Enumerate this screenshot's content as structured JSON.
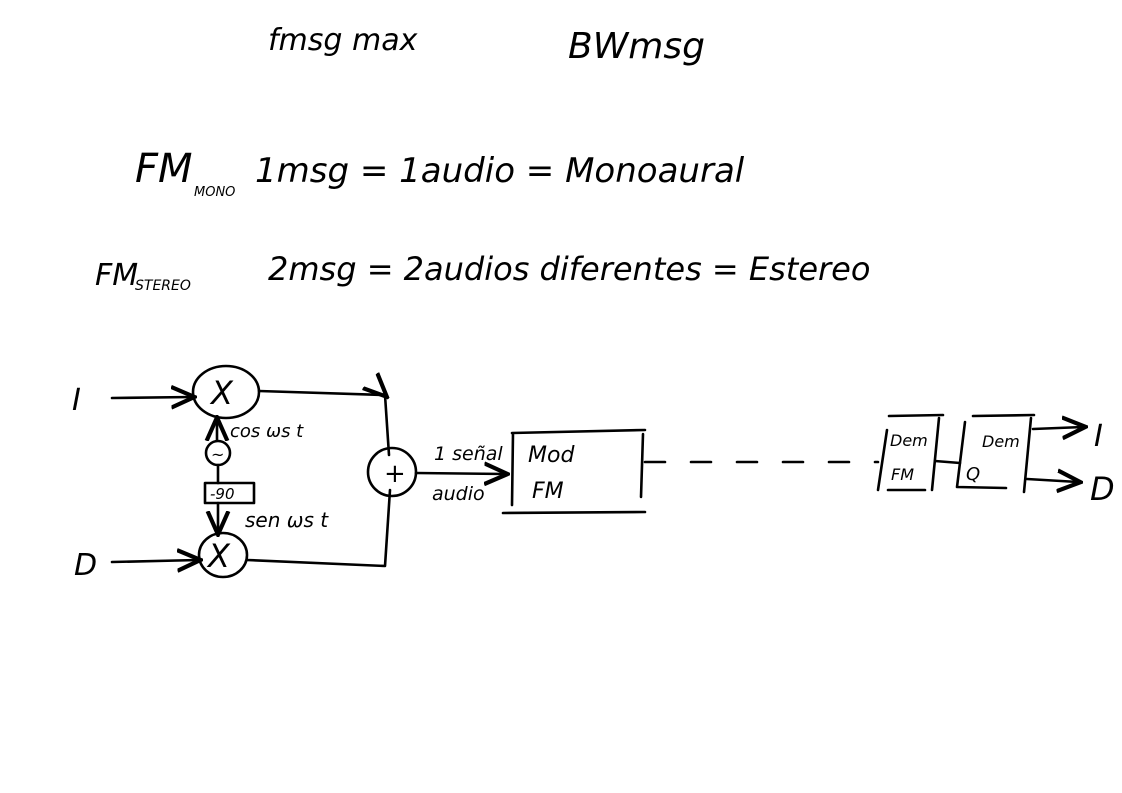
{
  "notes": {
    "line0": {
      "left": "fmsg max",
      "right": "BWmsg"
    },
    "line1": {
      "fm": "FM",
      "sub": "MONO",
      "rest": "1msg = 1audio = Monoaural"
    },
    "line2": {
      "fm": "FM",
      "sub": "STEREO",
      "rest": "2msg = 2audios diferentes = Estereo"
    }
  },
  "diagram": {
    "input_i": "I",
    "input_d": "D",
    "multiplier": "X",
    "oscillator": "~",
    "phase_shift": "-90",
    "cos_label": "cos ωs t",
    "sin_label": "sen ωs t",
    "adder": "+",
    "signal_label_top": "1 señal",
    "signal_label_bottom": "audio",
    "mod_fm": [
      "Mod",
      "FM"
    ],
    "dem_fm": [
      "Dem",
      "FM"
    ],
    "dem_q": [
      "Dem",
      "Q"
    ],
    "output_i": "I",
    "output_d": "D"
  }
}
